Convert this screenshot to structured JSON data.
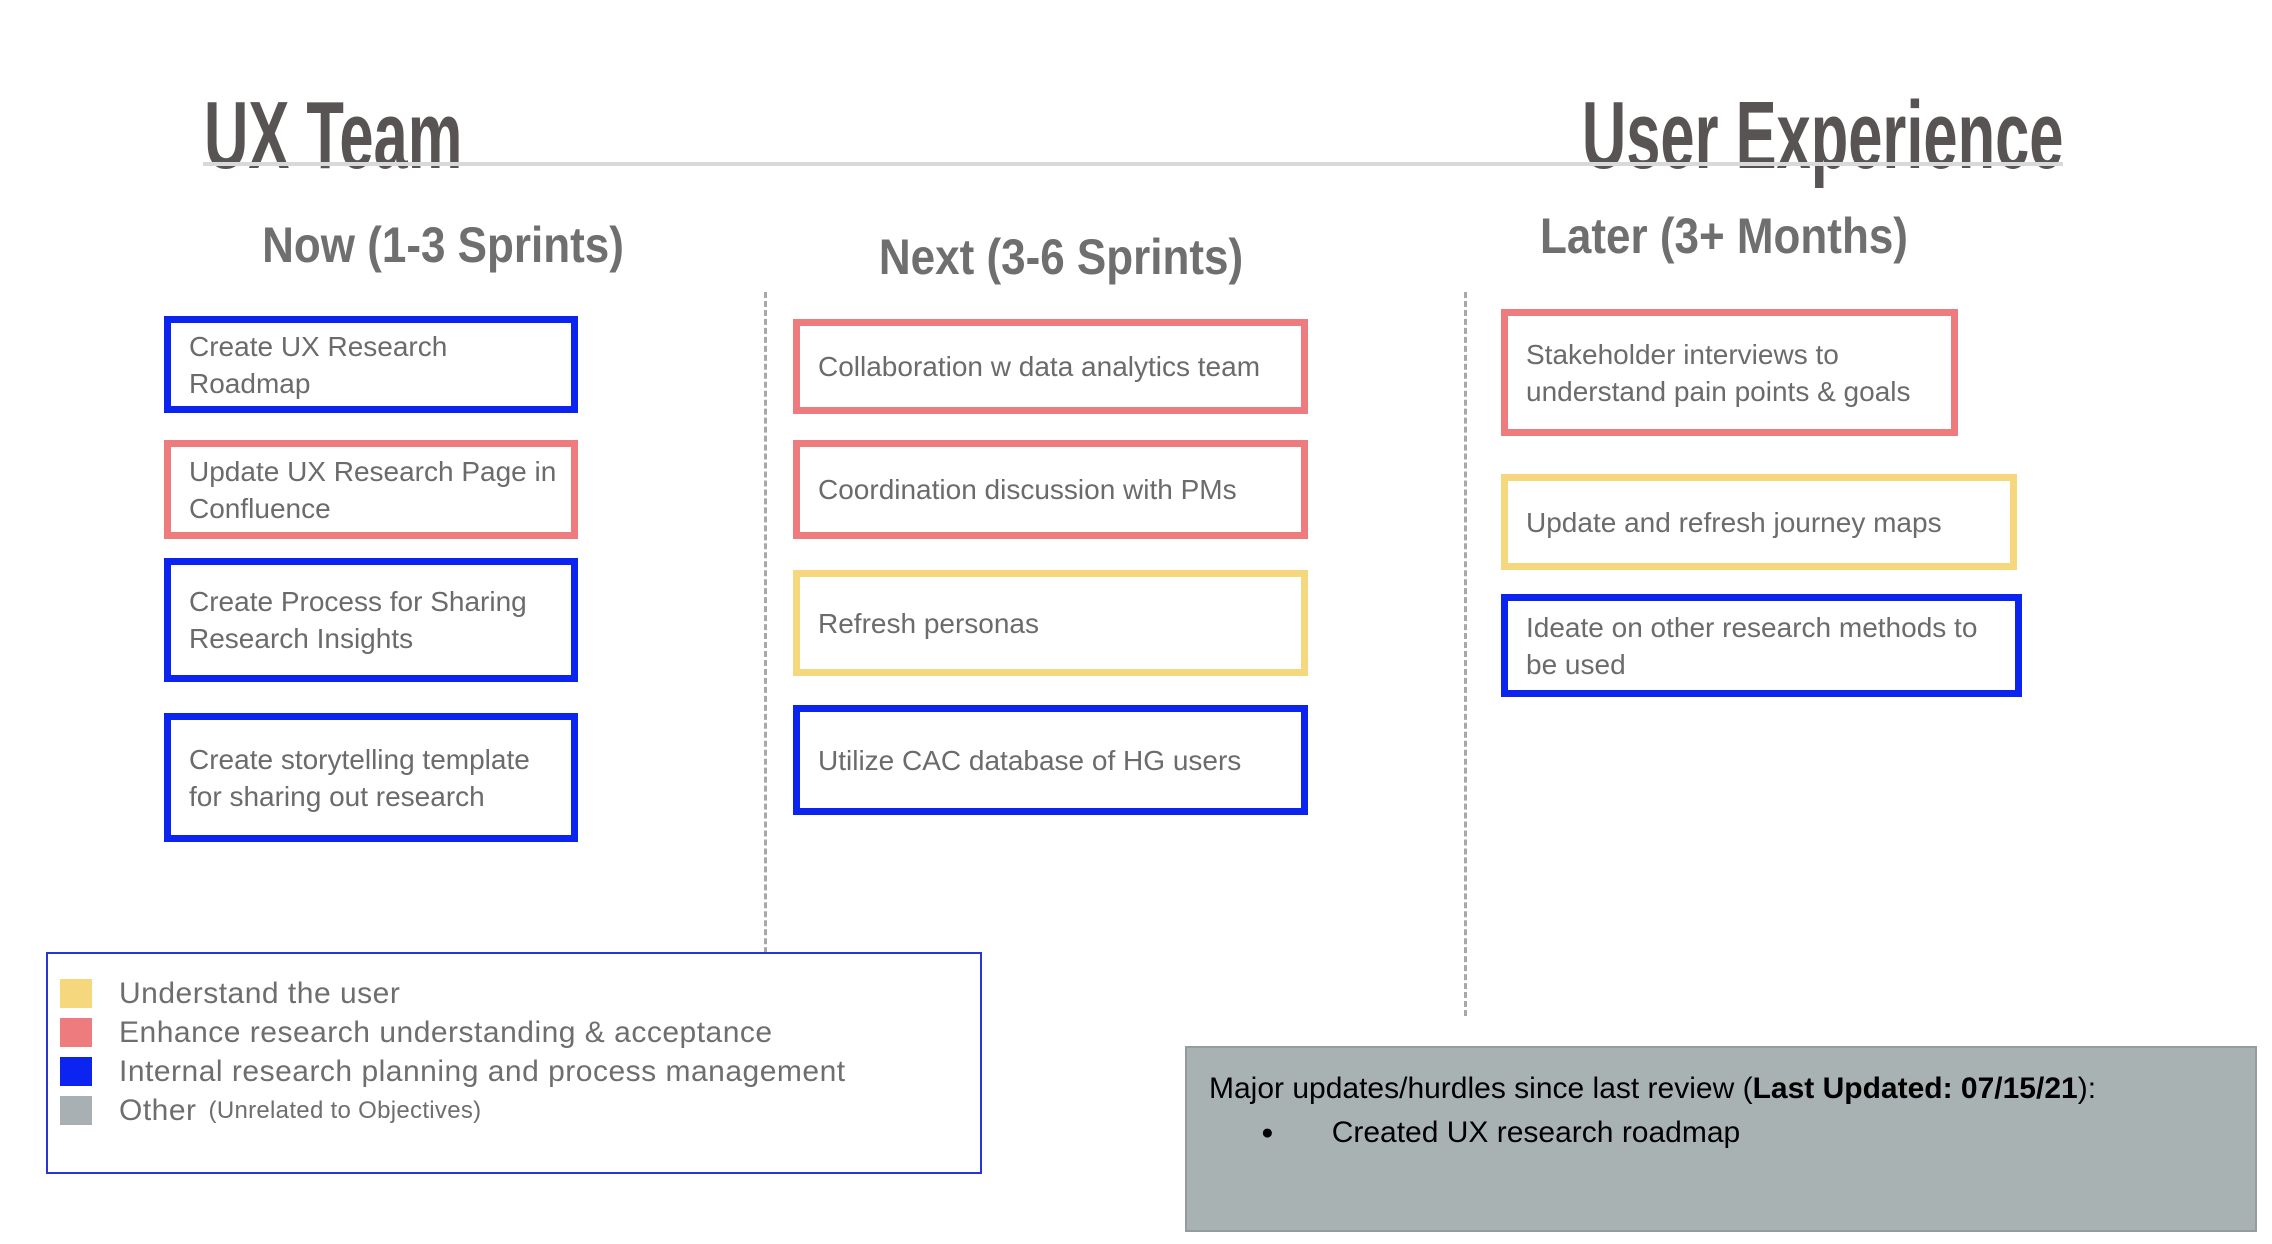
{
  "header": {
    "title_left": "UX Team",
    "title_right": "User Experience"
  },
  "category_colors": {
    "understand": "#f5d87d",
    "enhance": "#ee7b7e",
    "internal": "#0c24ef",
    "other": "#a9b0b4"
  },
  "columns": [
    {
      "header": "Now (1-3 Sprints)",
      "cards": [
        {
          "label": "Create UX Research Roadmap",
          "category": "internal"
        },
        {
          "label": "Update UX Research Page in Confluence",
          "category": "enhance"
        },
        {
          "label": "Create Process for Sharing Research Insights",
          "category": "internal"
        },
        {
          "label": "Create storytelling template for sharing out research",
          "category": "internal"
        }
      ]
    },
    {
      "header": "Next (3-6 Sprints)",
      "cards": [
        {
          "label": "Collaboration w data analytics team",
          "category": "enhance"
        },
        {
          "label": "Coordination discussion with PMs",
          "category": "enhance"
        },
        {
          "label": "Refresh personas",
          "category": "understand"
        },
        {
          "label": "Utilize CAC database of HG users",
          "category": "internal"
        }
      ]
    },
    {
      "header": "Later (3+ Months)",
      "cards": [
        {
          "label": "Stakeholder interviews to understand pain points & goals",
          "category": "enhance"
        },
        {
          "label": "Update and refresh journey maps",
          "category": "understand"
        },
        {
          "label": "Ideate on other research methods to be used",
          "category": "internal"
        }
      ]
    }
  ],
  "legend": {
    "items": [
      {
        "label": "Understand the user",
        "category": "understand"
      },
      {
        "label": "Enhance research understanding & acceptance",
        "category": "enhance"
      },
      {
        "label": "Internal research planning and process management",
        "category": "internal"
      },
      {
        "label": "Other",
        "note": "(Unrelated to Objectives)",
        "category": "other"
      }
    ]
  },
  "updates_panel": {
    "heading_prefix": "Major updates/hurdles since last review (",
    "heading_bold": "Last Updated: 07/15/21",
    "heading_suffix": "):",
    "bullet_char": "●",
    "bullets": [
      "Created UX research roadmap"
    ]
  }
}
